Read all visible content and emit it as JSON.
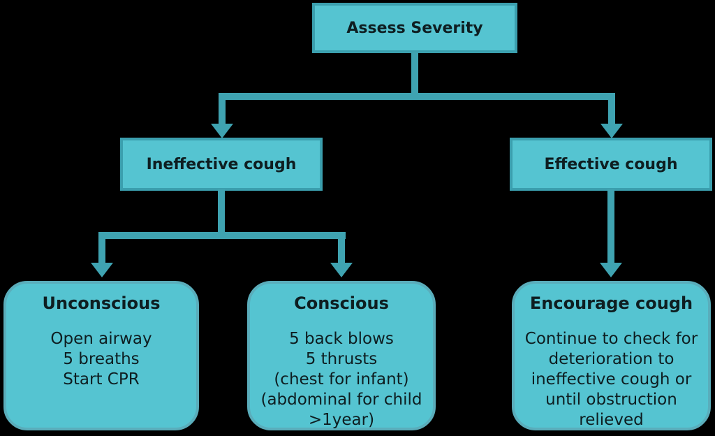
{
  "colors": {
    "background": "#000000",
    "box_fill": "#55c4d1",
    "rect_box_border": "#3b9fae",
    "round_box_border": "#5aadbb",
    "connector": "#3fa3b1",
    "text": "#0e1e21"
  },
  "nodes": {
    "assess": {
      "label": "Assess Severity"
    },
    "ineffective": {
      "label": "Ineffective cough"
    },
    "effective": {
      "label": "Effective cough"
    },
    "unconscious": {
      "title": "Unconscious",
      "body": "Open airway\n5 breaths\nStart CPR"
    },
    "conscious": {
      "title": "Conscious",
      "body": "5 back blows\n5 thrusts\n(chest for infant)\n(abdominal for child\n>1year)"
    },
    "encourage": {
      "title": "Encourage cough",
      "body": "Continue to check for\ndeterioration to\nineffective cough or\nuntil obstruction\nrelieved"
    }
  }
}
